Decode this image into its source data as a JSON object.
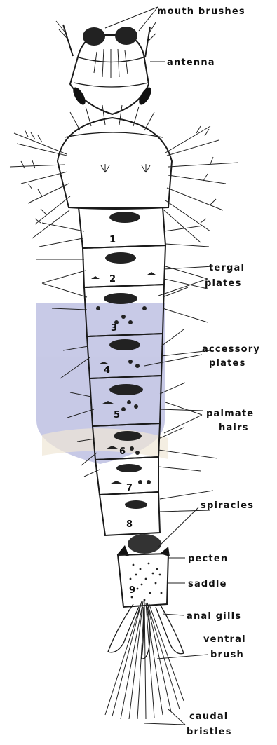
{
  "labels": {
    "mouth_brushes": "mouth brushes",
    "antenna": "antenna",
    "tergal_plates_1": "tergal",
    "tergal_plates_2": "plates",
    "accessory_plates_1": "accessory",
    "accessory_plates_2": "plates",
    "palmate_hairs_1": "palmate",
    "palmate_hairs_2": "hairs",
    "spiracles": "spiracles",
    "pecten": "pecten",
    "saddle": "saddle",
    "anal_gills": "anal gills",
    "ventral_brush_1": "ventral",
    "ventral_brush_2": "brush",
    "caudal_bristles_1": "caudal",
    "caudal_bristles_2": "bristles"
  },
  "segments": [
    "1",
    "2",
    "3",
    "4",
    "5",
    "6",
    "7",
    "8",
    "9"
  ],
  "colors": {
    "ink": "#1a1a1a",
    "watermark": "#3b3fa8"
  }
}
